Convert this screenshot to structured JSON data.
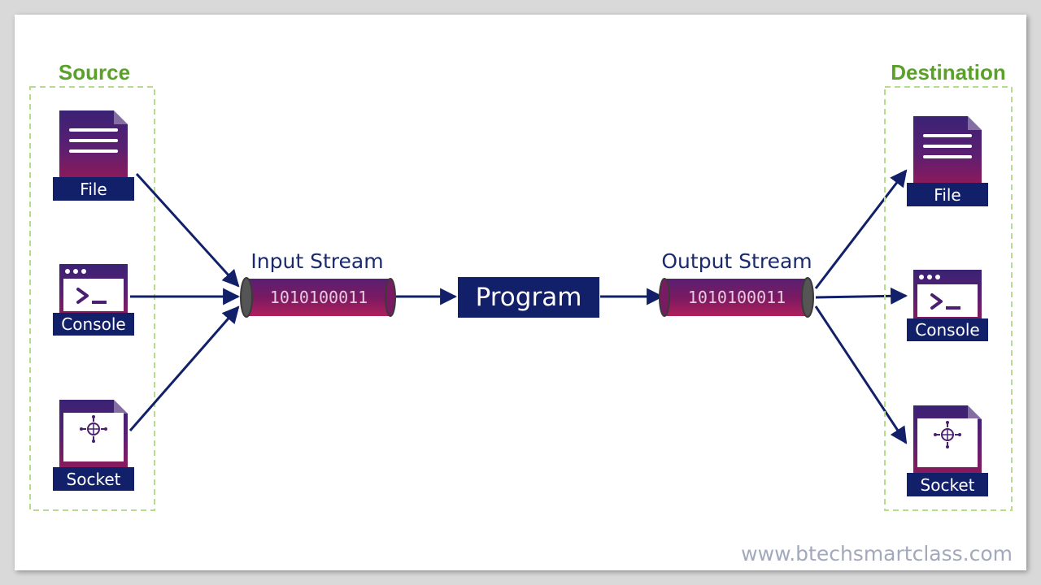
{
  "source": {
    "title": "Source",
    "items": [
      "File",
      "Console",
      "Socket"
    ]
  },
  "destination": {
    "title": "Destination",
    "items": [
      "File",
      "Console",
      "Socket"
    ]
  },
  "input_stream": {
    "title": "Input Stream",
    "bits": "1010100011"
  },
  "program": {
    "label": "Program"
  },
  "output_stream": {
    "title": "Output Stream",
    "bits": "1010100011"
  },
  "watermark": "www.btechsmartclass.com",
  "colors": {
    "navy": "#12206a",
    "magenta": "#8a1a5c",
    "purple": "#4b1f6f",
    "green_title": "#5aa12a",
    "green_border": "#b8dc8f",
    "watermark": "#a3a9bd"
  },
  "icons": [
    "file-icon",
    "console-icon",
    "socket-icon"
  ]
}
